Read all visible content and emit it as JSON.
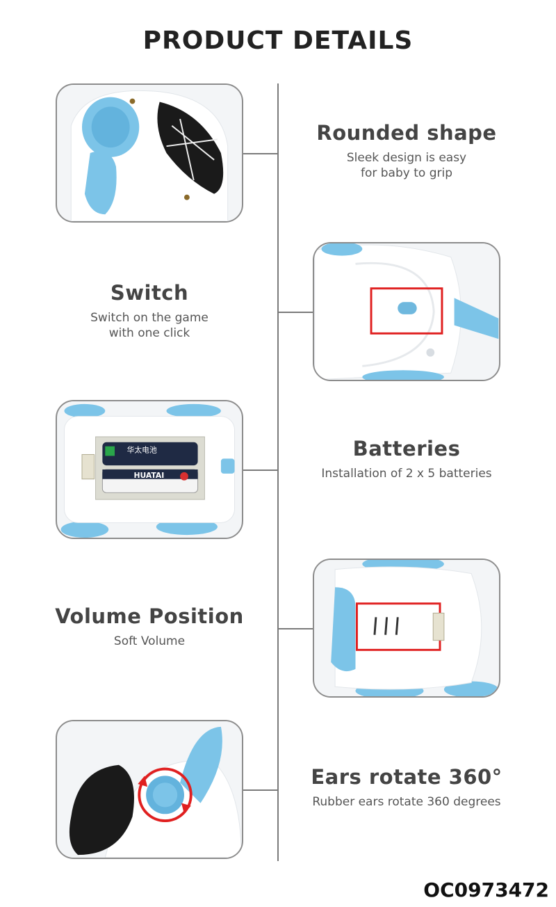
{
  "page": {
    "title": "PRODUCT DETAILS",
    "product_code": "OC0973472"
  },
  "features": [
    {
      "title": "Rounded shape",
      "description": "Sleek design is easy\nfor baby to grip"
    },
    {
      "title": "Switch",
      "description": "Switch on the game\nwith one click"
    },
    {
      "title": "Batteries",
      "description": "Installation of 2 x 5 batteries"
    },
    {
      "title": "Volume Position",
      "description": "Soft Volume"
    },
    {
      "title": "Ears rotate 360°",
      "description": "Rubber ears rotate 360 degrees"
    }
  ],
  "battery_labels": {
    "brand_cn": "华太电池",
    "brand_en": "HUATAI"
  },
  "colors": {
    "accent_blue": "#7cc4e8",
    "highlight_red": "#e02020",
    "line_gray": "#7a7a7a"
  }
}
